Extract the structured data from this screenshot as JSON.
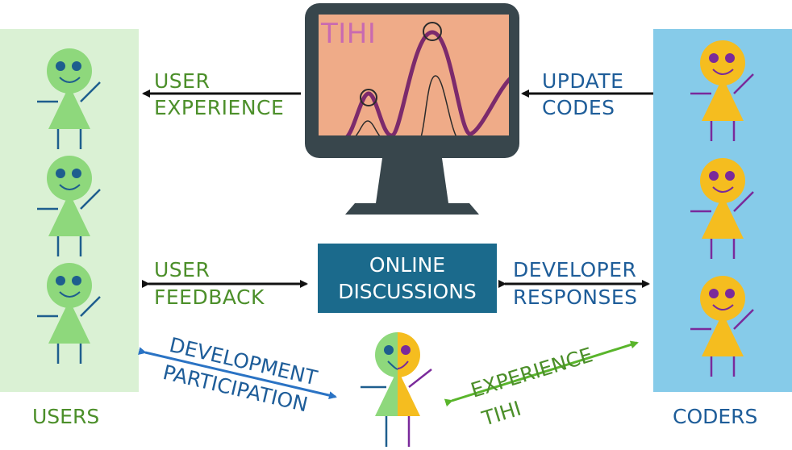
{
  "panels": {
    "users_title": "USERS",
    "coders_title": "CODERS"
  },
  "monitor": {
    "screen_title": "TIHI"
  },
  "labels": {
    "user_experience": [
      "USER",
      "EXPERIENCE"
    ],
    "update_codes": [
      "UPDATE",
      "CODES"
    ],
    "user_feedback": [
      "USER",
      "FEEDBACK"
    ],
    "developer_responses": [
      "DEVELOPER",
      "RESPONSES"
    ],
    "online_discussions": [
      "ONLINE",
      "DISCUSSIONS"
    ],
    "development_participation": [
      "DEVELOPMENT",
      "PARTICIPATION"
    ],
    "experience_tihi": [
      "EXPERIENCE",
      "TIHI"
    ]
  },
  "colors": {
    "user_green": "#8ed87c",
    "coder_yellow": "#f5bd1f",
    "green_text": "#4c8f2a",
    "blue_text": "#1e5d99",
    "monitor_frame": "#38464c",
    "screen_bg": "#efab88",
    "curve": "#7c2a6c",
    "eye_user": "#1e5e8e",
    "eye_coder": "#7a2a9b",
    "online_box": "#1b6a8c"
  },
  "icons": [
    "user-figure-icon",
    "coder-figure-icon",
    "hybrid-figure-icon",
    "monitor-icon",
    "arrow-icon"
  ]
}
